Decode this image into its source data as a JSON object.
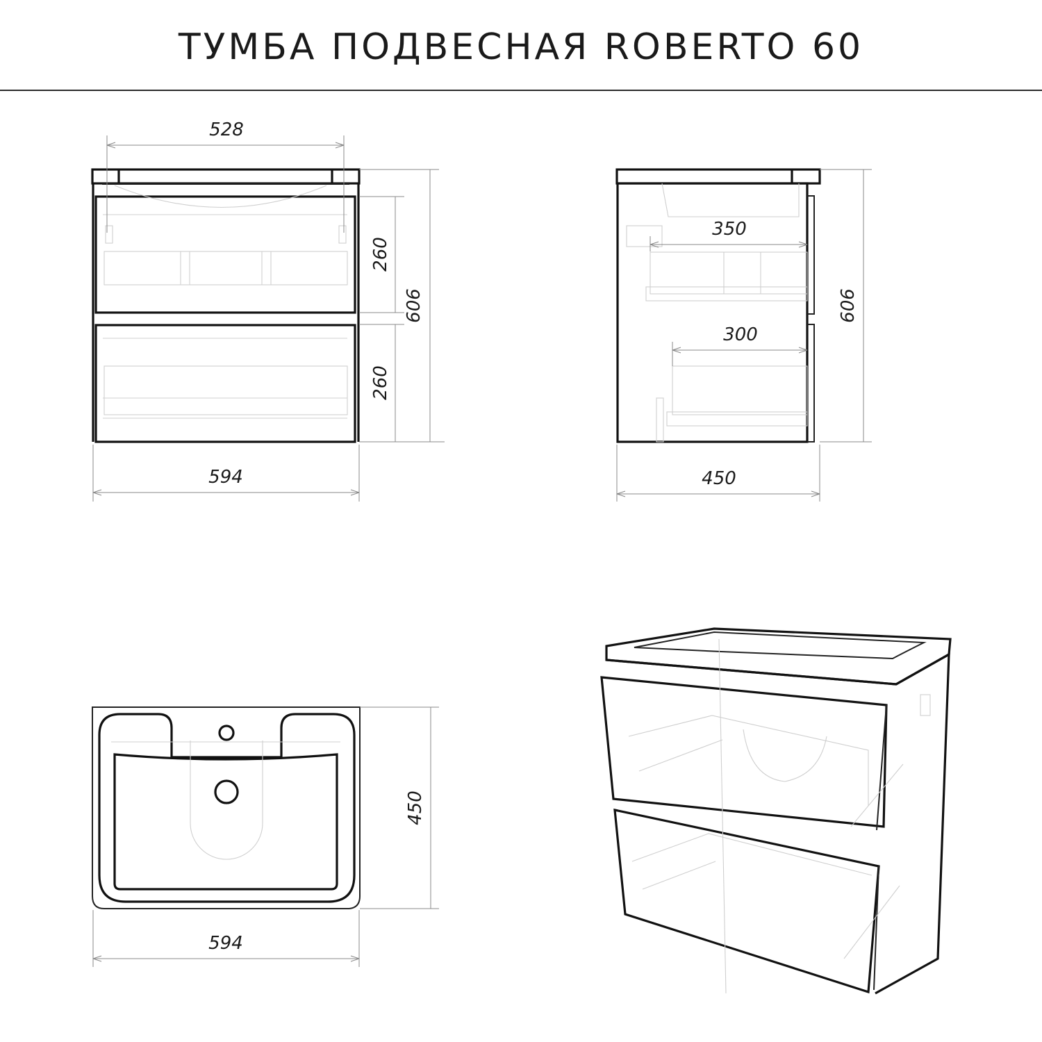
{
  "header": {
    "title": "ТУМБА ПОДВЕСНАЯ ROBERTO 60"
  },
  "views": {
    "front": {
      "label": "front-view",
      "dimensions": {
        "top_inner_width": "528",
        "drawer_top_height": "260",
        "drawer_bottom_height": "260",
        "total_height": "606",
        "total_width": "594"
      }
    },
    "side": {
      "label": "side-view",
      "dimensions": {
        "drawer_top_depth": "350",
        "drawer_bottom_depth": "300",
        "total_height": "606",
        "total_depth": "450"
      }
    },
    "top": {
      "label": "top-view",
      "dimensions": {
        "depth": "450",
        "width": "594"
      }
    },
    "isometric": {
      "label": "isometric-view"
    }
  },
  "colors": {
    "line": "#111111",
    "hidden_line": "#cfcfcf",
    "dimension_line": "#888888"
  }
}
